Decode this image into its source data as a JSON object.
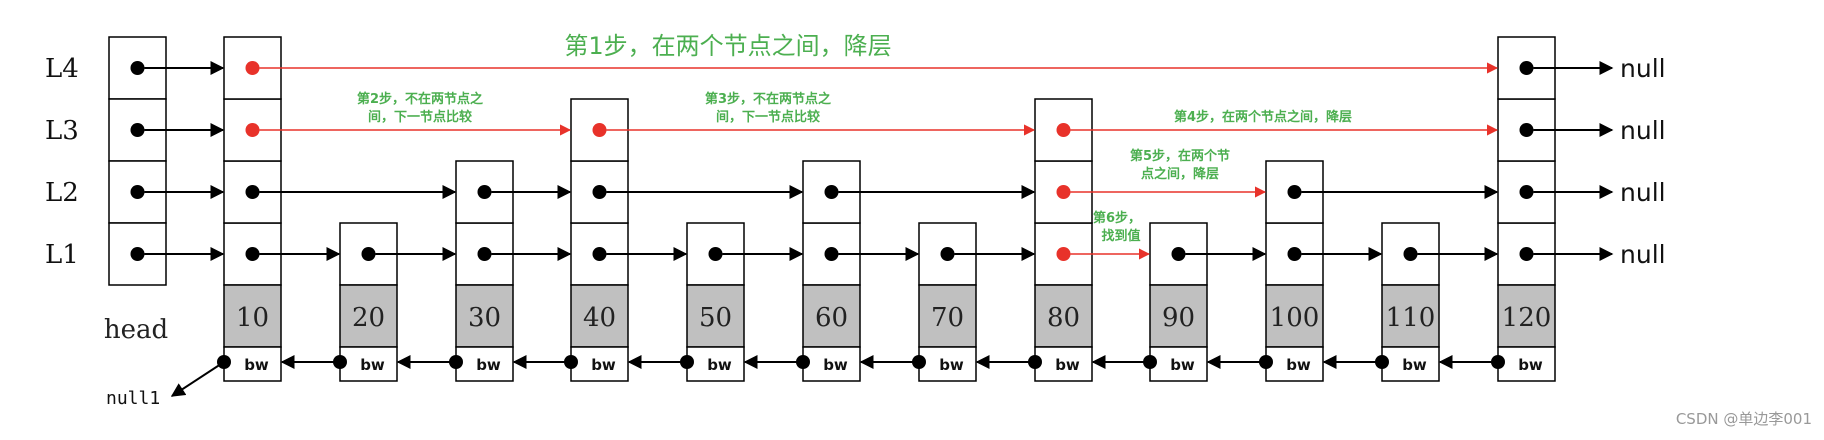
{
  "levels": [
    "L1",
    "L2",
    "L3",
    "L4"
  ],
  "head_label": "head",
  "null_label": "null",
  "bottom_null_label": "null1",
  "back_label": "bw",
  "keys": [
    "10",
    "20",
    "30",
    "40",
    "50",
    "60",
    "70",
    "80",
    "90",
    "100",
    "110",
    "120"
  ],
  "node_levels": [
    4,
    1,
    2,
    3,
    1,
    2,
    1,
    3,
    1,
    2,
    1,
    4
  ],
  "search_path": [
    {
      "col": 0,
      "level": 4
    },
    {
      "col": 0,
      "level": 3
    },
    {
      "col": 3,
      "level": 3
    },
    {
      "col": 7,
      "level": 3
    },
    {
      "col": 7,
      "level": 2
    },
    {
      "col": 7,
      "level": 1
    }
  ],
  "red_arrows": [
    {
      "level": 4,
      "from": 0,
      "to": 11
    },
    {
      "level": 3,
      "from": 0,
      "to": 3
    },
    {
      "level": 3,
      "from": 3,
      "to": 7
    },
    {
      "level": 3,
      "from": 7,
      "to": 11
    },
    {
      "level": 2,
      "from": 7,
      "to": 9
    },
    {
      "level": 1,
      "from": 7,
      "to": 8
    }
  ],
  "steps": {
    "s1": "第1步，在两个节点之间，降层",
    "s2_line1": "第2步，不在两节点之",
    "s2_line2": "间，下一节点比较",
    "s3_line1": "第3步，不在两节点之",
    "s3_line2": "间，下一节点比较",
    "s4": "第4步，在两个节点之间，降层",
    "s5_line1": "第5步，在两个节",
    "s5_line2": "点之间，降层",
    "s6_line1": "第6步，",
    "s6_line2": "找到值"
  },
  "watermark": "CSDN @单边李001",
  "colors": {
    "red": "#e8322a",
    "green": "#4caf50",
    "key_fill": "#c0c0c0",
    "black": "#000000"
  }
}
